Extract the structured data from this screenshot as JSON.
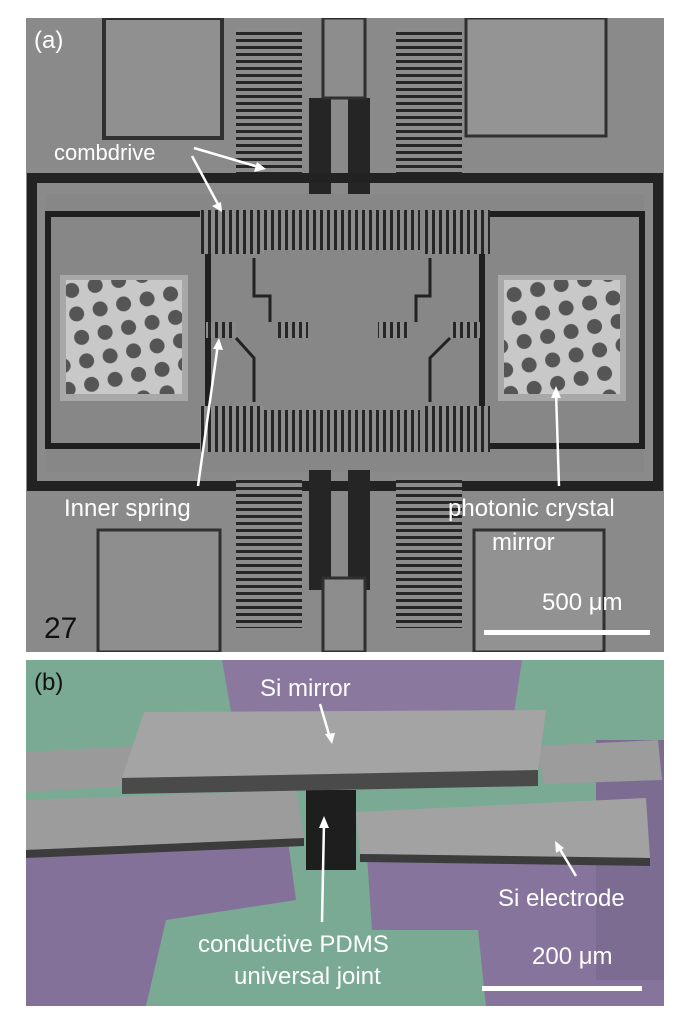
{
  "panel_a": {
    "panel_label": "(a)",
    "labels": {
      "combdrive": "combdrive",
      "inner_spring": "Inner spring",
      "photonic_line1": "photonic crystal",
      "photonic_line2": "mirror",
      "frame_number": "27",
      "scale": "500 μm"
    }
  },
  "panel_b": {
    "panel_label": "(b)",
    "labels": {
      "si_mirror": "Si mirror",
      "si_electrode": "Si electrode",
      "joint_line1": "conductive PDMS",
      "joint_line2": "universal  joint",
      "scale": "200 μm"
    }
  },
  "colors": {
    "sem_gray": "#8a8a8a",
    "trench_dark": "#2a2a2a",
    "substrate_green": "#7aa994",
    "electrode_purple": "#8a789f"
  }
}
